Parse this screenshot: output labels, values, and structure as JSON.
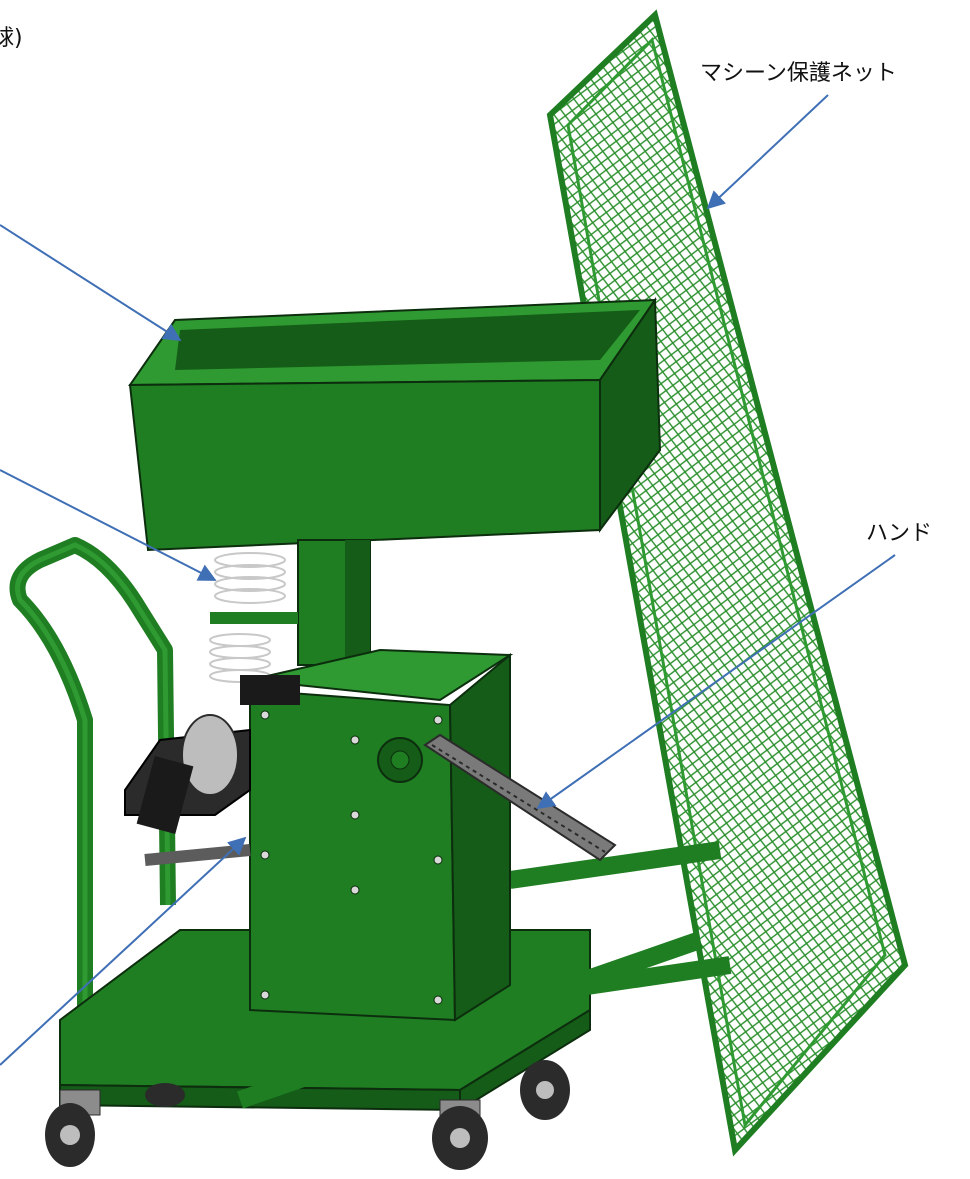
{
  "labels": {
    "top_left_fragment": "球)",
    "machine_net": "マシーン保護ネット",
    "hand": "ハンド"
  },
  "colors": {
    "body_green": "#1f7d22",
    "body_green_dark": "#145c17",
    "body_green_light": "#2e9a31",
    "net_green": "#2a8f2c",
    "arrow_blue": "#3f6fb5",
    "outline": "#0d2e0e",
    "wheel_gray": "#8c8c8c",
    "spring_gray": "#c8c8c8",
    "motor_dark": "#2b2b2b"
  }
}
